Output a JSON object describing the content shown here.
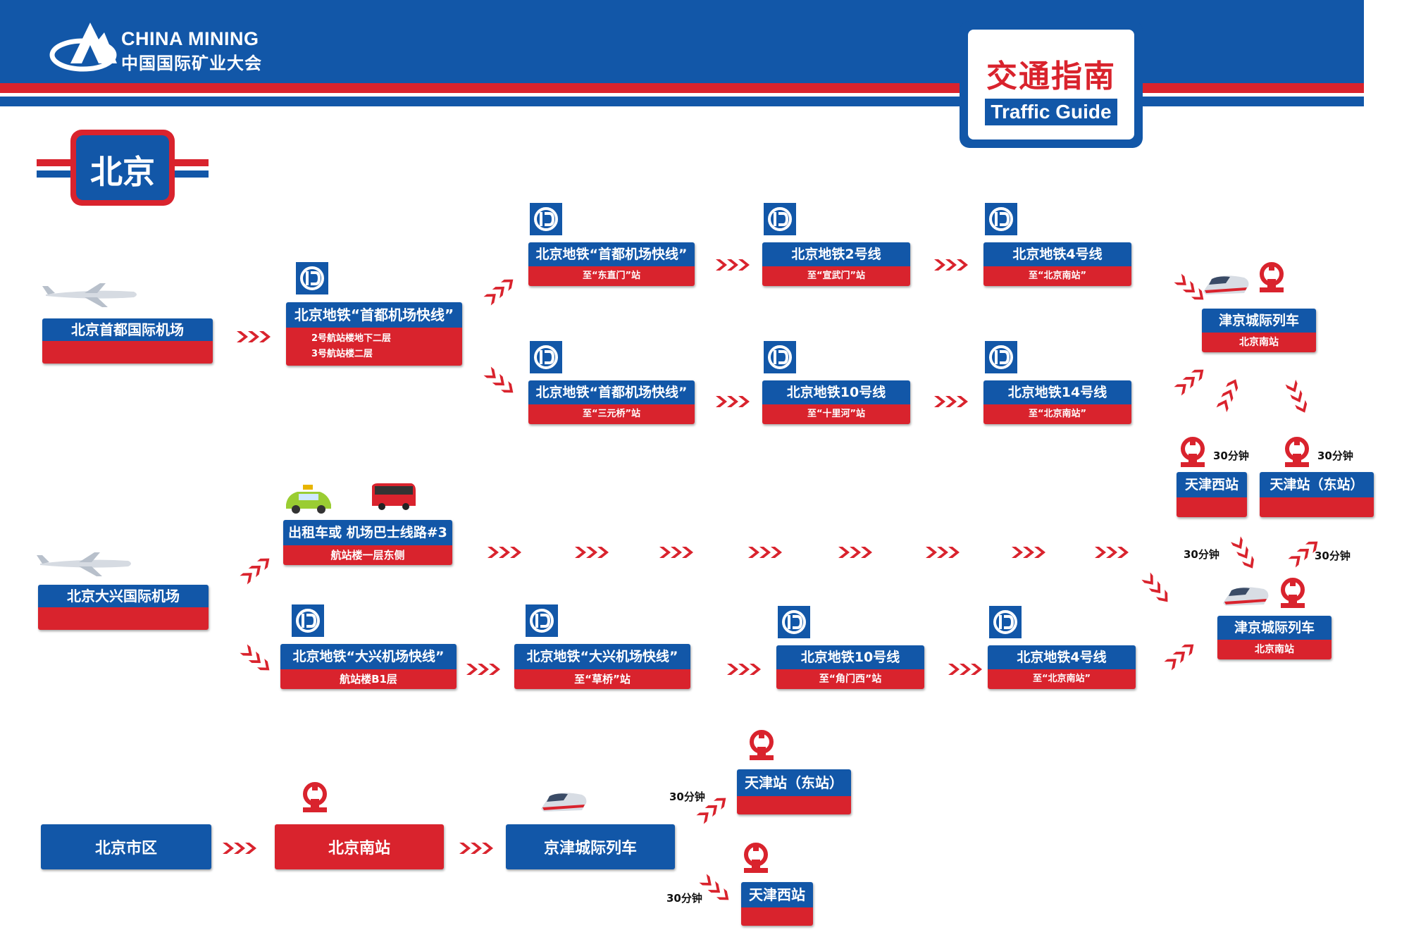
{
  "header": {
    "brand_en": "CHINA MINING",
    "brand_cn": "中国国际矿业大会",
    "guide_cn": "交通指南",
    "guide_en": "Traffic Guide"
  },
  "city": "北京",
  "colors": {
    "blue": "#1257a8",
    "red": "#d9232d"
  },
  "icons": [
    "airplane-icon",
    "metro-icon",
    "rail-icon",
    "train-icon",
    "taxi-icon",
    "bus-icon"
  ],
  "route1": {
    "origin": "北京首都国际机场",
    "b1": {
      "title": "北京地铁“首都机场快线”",
      "l1": "2号航站楼地下二层",
      "l2": "3号航站楼二层"
    },
    "u1": {
      "title": "北京地铁“首都机场快线”",
      "sub": "至“东直门”站"
    },
    "u2": {
      "title": "北京地铁2号线",
      "sub": "至“宣武门”站"
    },
    "u3": {
      "title": "北京地铁4号线",
      "sub": "至“北京南站”"
    },
    "d1": {
      "title": "北京地铁“首都机场快线”",
      "sub": "至“三元桥”站"
    },
    "d2": {
      "title": "北京地铁10号线",
      "sub": "至“十里河”站"
    },
    "d3": {
      "title": "北京地铁14号线",
      "sub": "至“北京南站”"
    },
    "rail": {
      "title": "津京城际列车",
      "sub": "北京南站"
    },
    "tjw": {
      "title": "天津西站",
      "time": "30分钟"
    },
    "tje": {
      "title": "天津站（东站）",
      "time": "30分钟"
    }
  },
  "route2": {
    "origin": "北京大兴国际机场",
    "taxi": {
      "title": "出租车或 机场巴士线路#3",
      "sub": "航站楼一层东侧"
    },
    "m1": {
      "title": "北京地铁“大兴机场快线”",
      "sub": "航站楼B1层"
    },
    "m2": {
      "title": "北京地铁“大兴机场快线”",
      "sub": "至“草桥”站"
    },
    "m3": {
      "title": "北京地铁10号线",
      "sub": "至“角门西”站"
    },
    "m4": {
      "title": "北京地铁4号线",
      "sub": "至“北京南站”"
    },
    "rail": {
      "title": "津京城际列车",
      "sub": "北京南站"
    },
    "time_w": "30分钟",
    "time_e": "30分钟"
  },
  "route3": {
    "origin": "北京市区",
    "station": "北京南站",
    "rail": "京津城际列车",
    "tje": "天津站（东站）",
    "tjw": "天津西站",
    "time_e": "30分钟",
    "time_w": "30分钟"
  }
}
